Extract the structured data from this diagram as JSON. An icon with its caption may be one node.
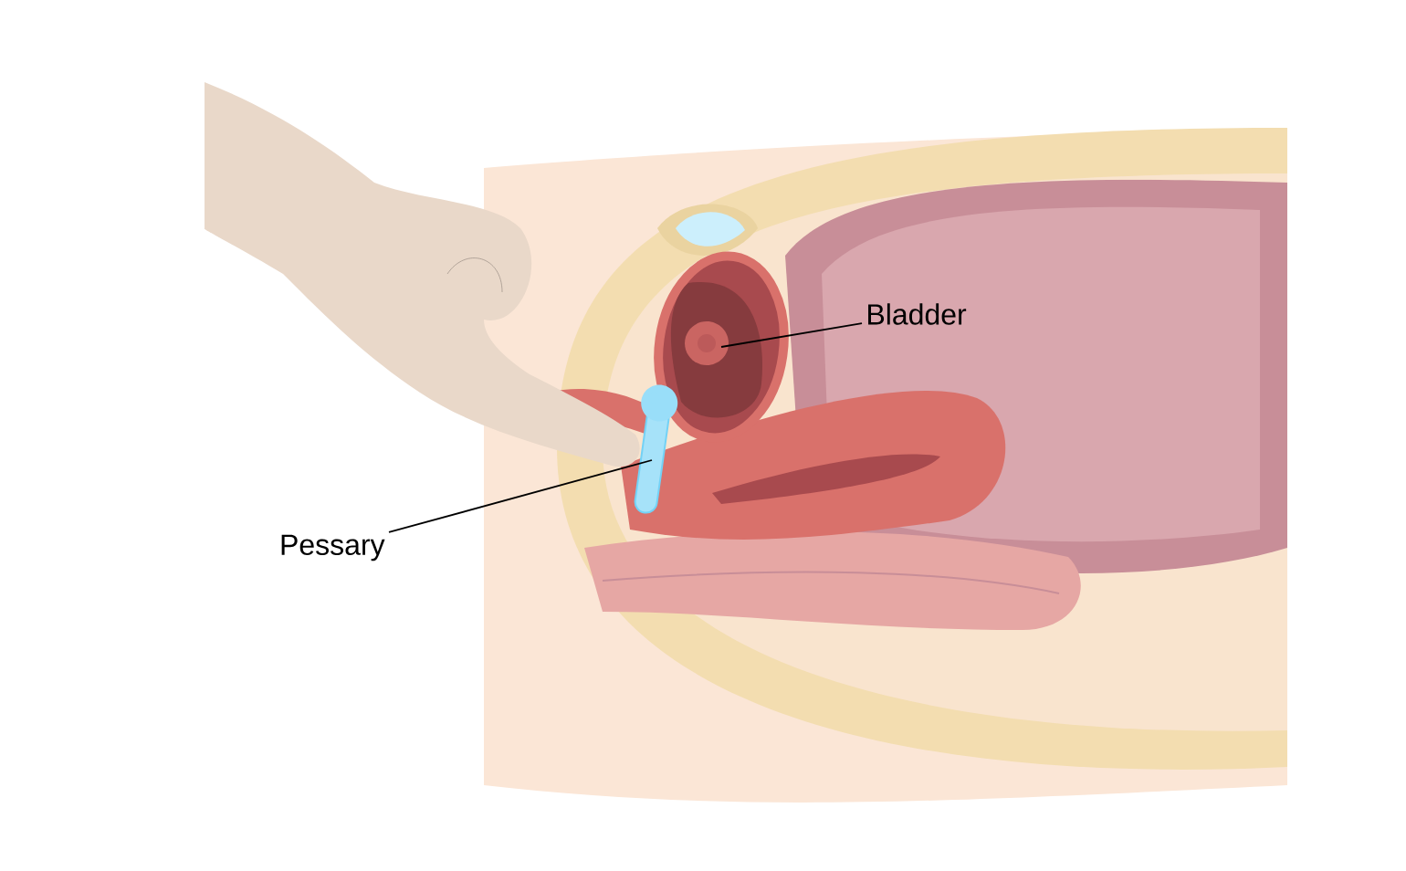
{
  "diagram": {
    "nodes": [
      {
        "text": [
          "Bladder"
        ]
      },
      {
        "text": [],
        "shape": "picture"
      },
      {
        "text": [
          "Pessary"
        ]
      },
      {
        "text": [],
        "shape": "picture"
      }
    ],
    "edges": [
      {
        "from": 0,
        "to": 1,
        "arrow": "none"
      },
      {
        "from": 2,
        "to": 3,
        "arrow": "none"
      }
    ]
  }
}
